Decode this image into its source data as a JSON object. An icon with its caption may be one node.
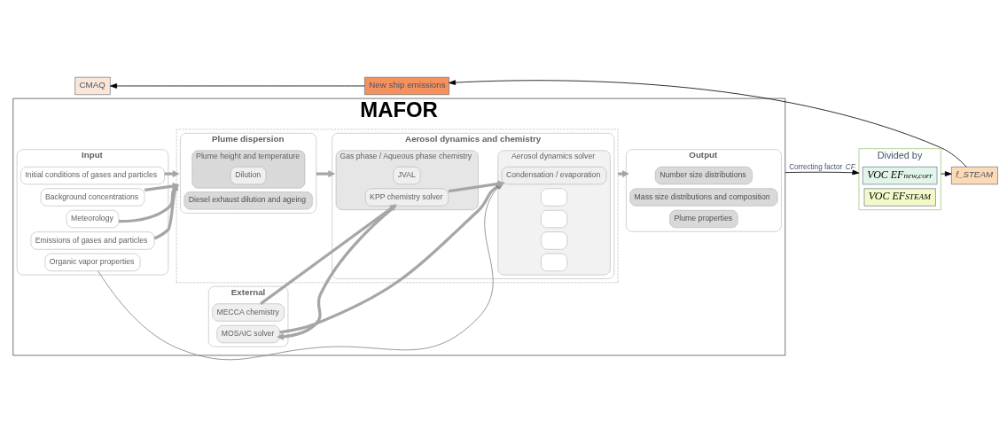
{
  "diagram": {
    "nodes": [
      {
        "text": [
          "MAFOR"
        ]
      },
      {
        "text": [
          "Input"
        ],
        "in": 0
      },
      {
        "text": [
          "Initial conditions of gases and particles"
        ],
        "in": 1
      },
      {
        "text": [
          "Organic vapor properties"
        ],
        "in": 1
      },
      {
        "text": [
          "Emissions of gases and particles"
        ],
        "in": 1
      },
      {
        "text": [
          "Meteorology"
        ],
        "in": 1
      },
      {
        "text": [
          "Background concentrations"
        ],
        "in": 1
      },
      {
        "text": [],
        "shape": "box",
        "in": 0
      },
      {
        "text": [
          "Aerosol dynamics and chemistry"
        ],
        "in": 7
      },
      {
        "text": [
          "Gas phase / Aqueous phase chemistry"
        ],
        "in": 8
      },
      {
        "text": [
          "JVAL"
        ],
        "in": 9
      },
      {
        "text": [
          "KPP chemistry solver"
        ],
        "in": 9
      },
      {
        "text": [
          "Aerosol dynamics solver"
        ],
        "in": 8
      },
      {
        "text": [
          "Condensation / evaporation"
        ],
        "in": 12
      },
      {
        "text": [],
        "shape": "box",
        "in": 12
      },
      {
        "text": [],
        "shape": "box",
        "in": 12
      },
      {
        "text": [],
        "shape": "box",
        "in": 12
      },
      {
        "text": [],
        "shape": "box",
        "in": 12
      },
      {
        "text": [
          "External"
        ],
        "in": 0
      },
      {
        "text": [
          "MECCA chemistry"
        ],
        "in": 18
      },
      {
        "text": [
          "MOSAIC solver"
        ],
        "in": 18
      },
      {
        "text": [
          "Plume dispersion"
        ],
        "in": 7
      },
      {
        "text": [
          "Plume height and temperature"
        ],
        "in": 21
      },
      {
        "text": [
          "Dilution"
        ],
        "in": 22
      },
      {
        "text": [
          "Diesel exhaust dilution and ageing"
        ],
        "in": 21
      },
      {
        "text": [
          "Output"
        ],
        "in": 0
      },
      {
        "text": [
          "Number size distributions"
        ],
        "in": 25
      },
      {
        "text": [
          "Mass size distributions and composition"
        ],
        "in": 25
      },
      {
        "text": [
          "Plume properties"
        ],
        "in": 25
      },
      {
        "text": [
          "Divided by"
        ]
      },
      {
        "text": [
          "VOC EF$_{new,corr}$"
        ],
        "in": 29
      },
      {
        "text": [
          "VOC EF$_{STEAM}$"
        ],
        "in": 29
      },
      {
        "text": [
          "CMAQ"
        ]
      },
      {
        "text": [
          "New ship emissions"
        ]
      },
      {
        "text": [
          "f_STEAM"
        ]
      }
    ],
    "edges": [
      {
        "from": 2,
        "to": 7,
        "arrow": "to"
      },
      {
        "from": 4,
        "to": 7,
        "arrow": "to"
      },
      {
        "from": 5,
        "to": 7,
        "arrow": "to"
      },
      {
        "from": 6,
        "to": 7,
        "arrow": "to"
      },
      {
        "from": 3,
        "to": 13,
        "arrow": "to",
        "color": "#808080"
      },
      {
        "from": 19,
        "to": 11,
        "arrow": "to"
      },
      {
        "from": 11,
        "to": 20,
        "arrow": "to"
      },
      {
        "from": 11,
        "to": 13,
        "arrow": "to"
      },
      {
        "from": 20,
        "to": 13,
        "arrow": "to"
      },
      {
        "from": 21,
        "to": 8,
        "arrow": "to"
      },
      {
        "from": 7,
        "to": 25,
        "arrow": "to"
      },
      {
        "from": 0,
        "to": 29,
        "arrow": "to",
        "label": "Correcting factor *CF*",
        "color": "#000000"
      },
      {
        "from": 29,
        "to": 34,
        "arrow": "to",
        "color": "#000000"
      },
      {
        "from": 34,
        "to": 33,
        "arrow": "to",
        "color": "#000000"
      },
      {
        "from": 33,
        "to": 32,
        "arrow": "to",
        "color": "#000000"
      }
    ]
  }
}
